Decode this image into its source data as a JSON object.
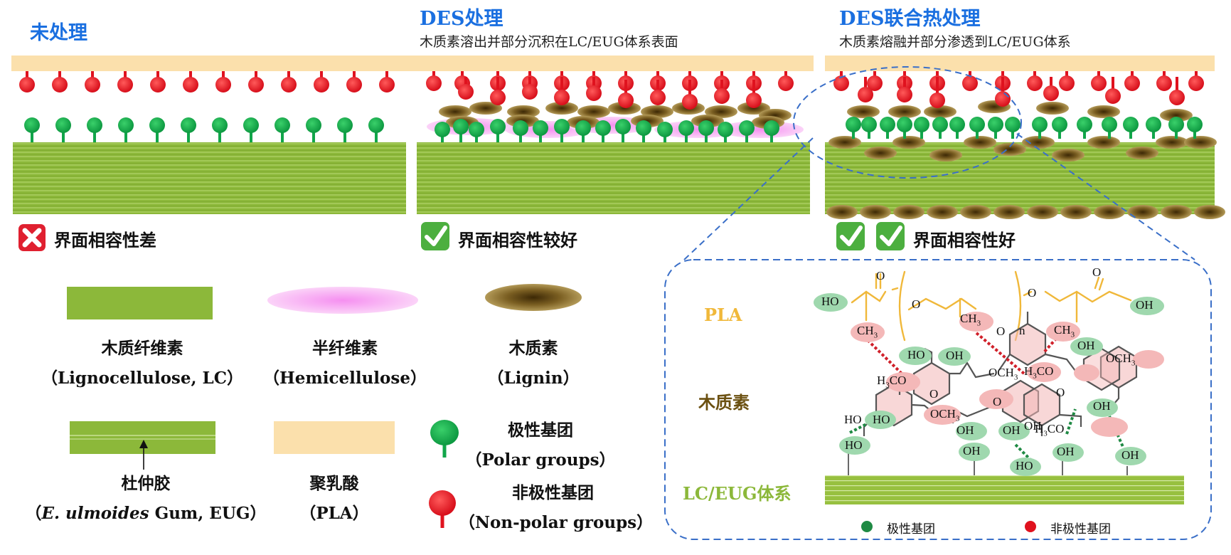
{
  "panels": {
    "untreated": {
      "title": "未处理",
      "compat": "界面相容性差"
    },
    "des": {
      "title": "DES处理",
      "caption": "木质素溶出并部分沉积在LC/EUG体系表面",
      "compat": "界面相容性较好"
    },
    "des_heat": {
      "title": "DES联合热处理",
      "caption": "木质素熔融并部分渗透到LC/EUG体系",
      "compat": "界面相容性好"
    }
  },
  "legend": {
    "lc": {
      "name": "木质纤维素",
      "en": "（Lignocellulose, LC）"
    },
    "hemi": {
      "name": "半纤维素",
      "en": "（Hemicellulose）"
    },
    "lignin": {
      "name": "木质素",
      "en": "（Lignin）"
    },
    "eug": {
      "name": "杜仲胶",
      "en_pre": "（",
      "en_italic": "E. ulmoides",
      "en_post": " Gum, EUG）"
    },
    "pla": {
      "name": "聚乳酸",
      "en": "（PLA）"
    },
    "polar": {
      "name": "极性基团",
      "en": "（Polar groups）"
    },
    "nonpolar": {
      "name": "非极性基团",
      "en": "（Non-polar groups）"
    }
  },
  "detail": {
    "side_pla": "PLA",
    "side_lignin": "木质素",
    "side_lceug": "LC/EUG体系",
    "dot_polar": "极性基团",
    "dot_nonpolar": "非极性基团",
    "chem": {
      "o": "O",
      "n": "n",
      "ho": "HO",
      "oh": "OH",
      "ch3": "CH3",
      "och3": "OCH3",
      "h3co": "H3CO"
    }
  },
  "colors": {
    "title_blue": "#1a6fe0",
    "pla_band": "#fbe0ac",
    "lc_green": "#8cb83a",
    "polar_green": "#11a64a",
    "nonpolar_red": "#e0121e",
    "lignin_brown": "#5a4210",
    "hemi_pink": "#f7a3ef",
    "detail_border": "#3a6fc8",
    "pla_chain": "#f0b83a",
    "ho_bubble": "#9fd8ae",
    "ch3_bubble": "#f4b8b8",
    "cross_red": "#e02030",
    "check_green": "#4caf3f"
  }
}
